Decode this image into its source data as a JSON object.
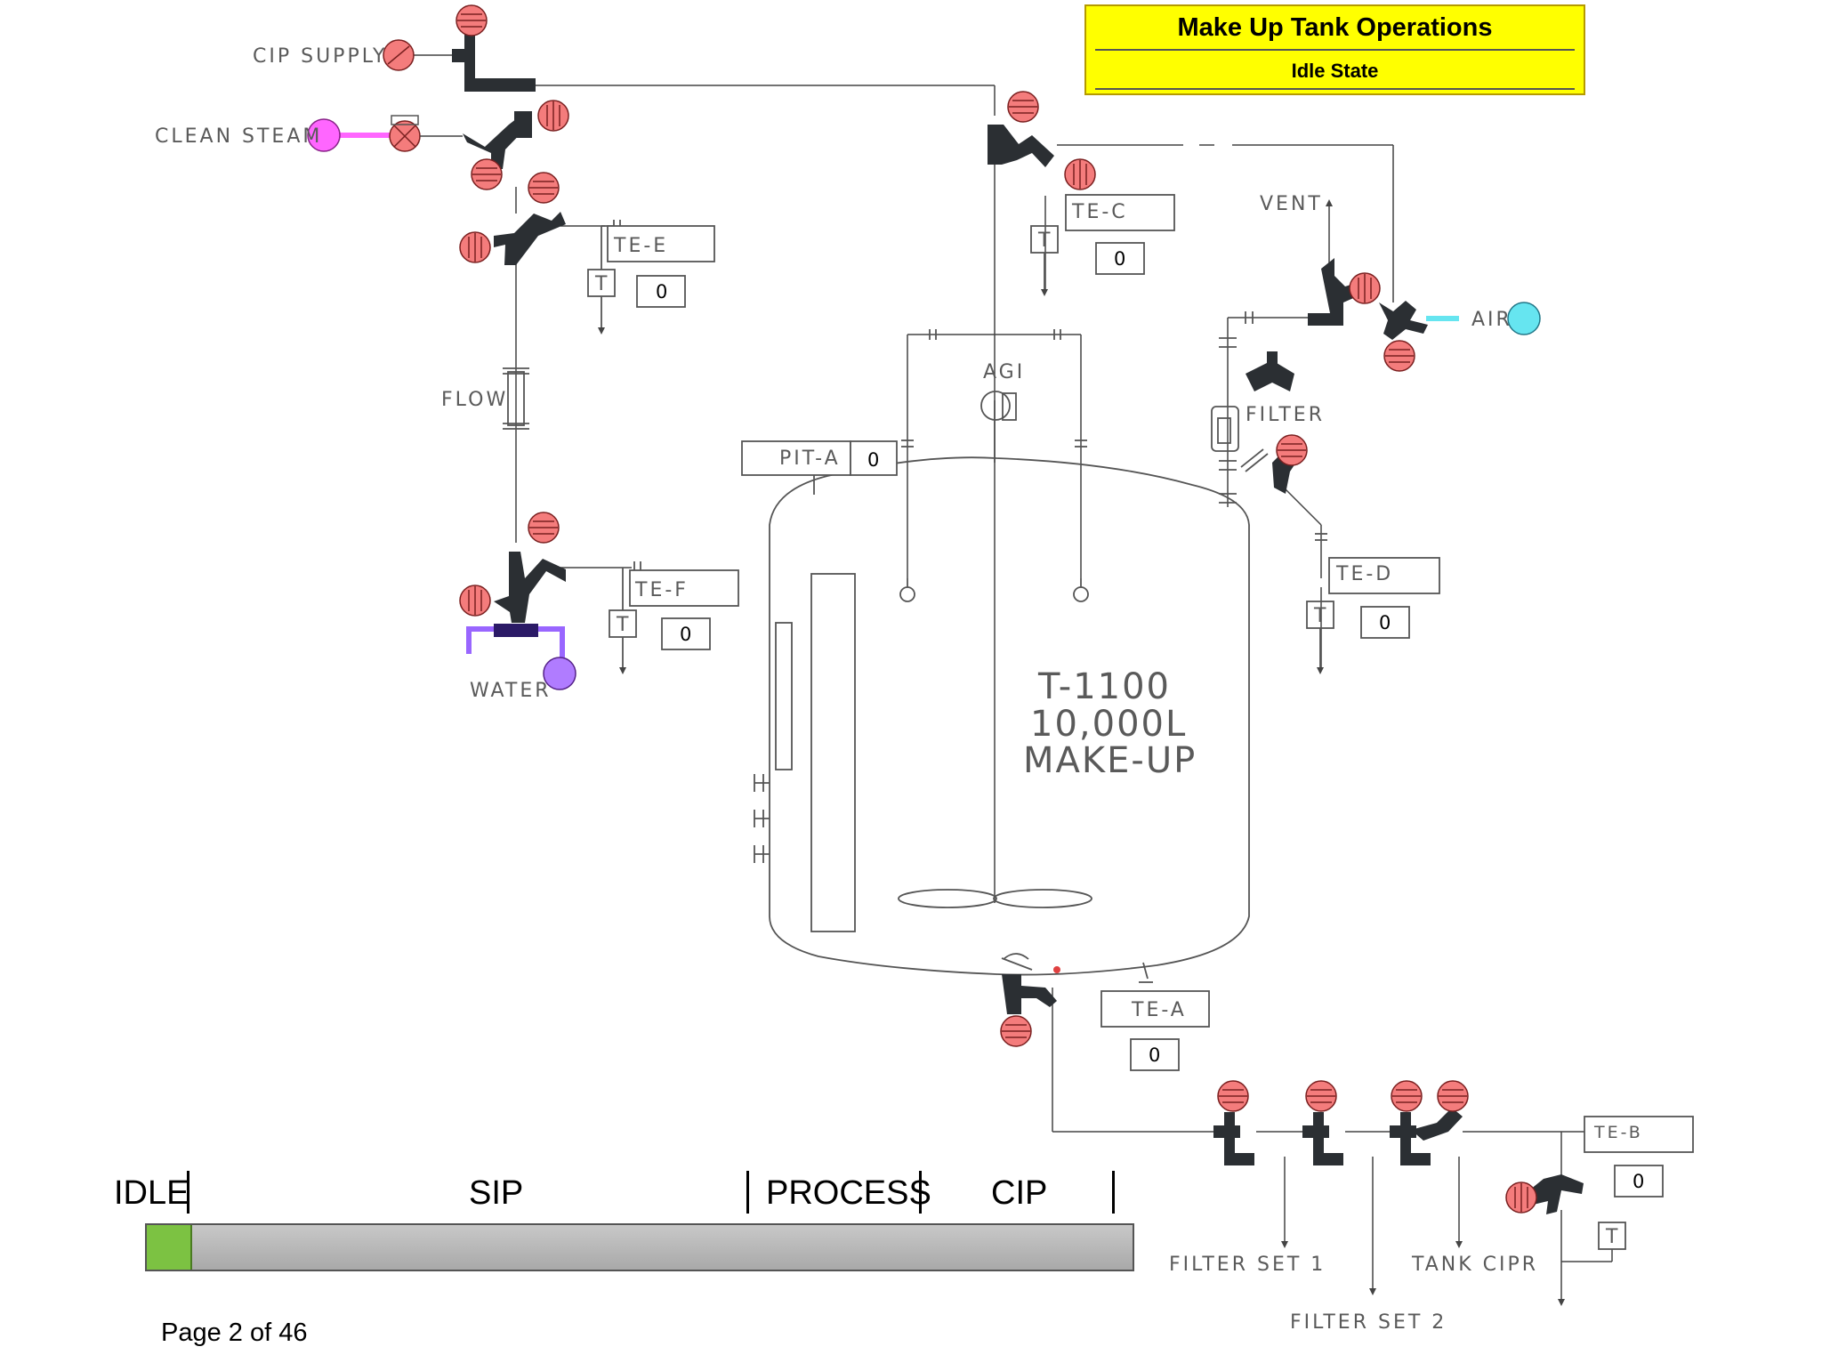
{
  "header": {
    "title": "Make Up Tank Operations",
    "state": "Idle State"
  },
  "tank": {
    "id": "T-1100",
    "capacity": "10,000L",
    "name": "MAKE-UP"
  },
  "labels": {
    "cip_supply": "CIP SUPPLY",
    "clean_steam": "CLEAN STEAM",
    "flow": "FLOW",
    "water": "WATER",
    "agi": "AGI",
    "vent": "VENT",
    "air": "AIR",
    "filter": "FILTER",
    "filter_set_1": "FILTER SET 1",
    "filter_set_2": "FILTER SET 2",
    "tank_cipr": "TANK CIPR",
    "t_marker": "T"
  },
  "instruments": {
    "te_e": {
      "tag": "TE-E",
      "value": "0"
    },
    "te_f": {
      "tag": "TE-F",
      "value": "0"
    },
    "te_c": {
      "tag": "TE-C",
      "value": "0"
    },
    "te_d": {
      "tag": "TE-D",
      "value": "0"
    },
    "pit_a": {
      "tag": "PIT-A",
      "value": "0"
    },
    "te_a": {
      "tag": "TE-A",
      "value": "0"
    },
    "te_b": {
      "tag": "TE-B",
      "value": "0"
    }
  },
  "stages": {
    "idle": "IDLE",
    "sip": "SIP",
    "process": "PROCESS",
    "cip": "CIP"
  },
  "progress": {
    "fraction": 0.044
  },
  "page": {
    "label": "Page 2 of 46"
  },
  "colors": {
    "valve_body": "#2b2f33",
    "actuator": "#f47c7c",
    "clean_steam": "#ff66ff",
    "water": "#b07cff",
    "water_line": "#9966ff",
    "air": "#66e5f0",
    "title_bg": "#ffff00",
    "progress_fill": "#7cc242"
  }
}
